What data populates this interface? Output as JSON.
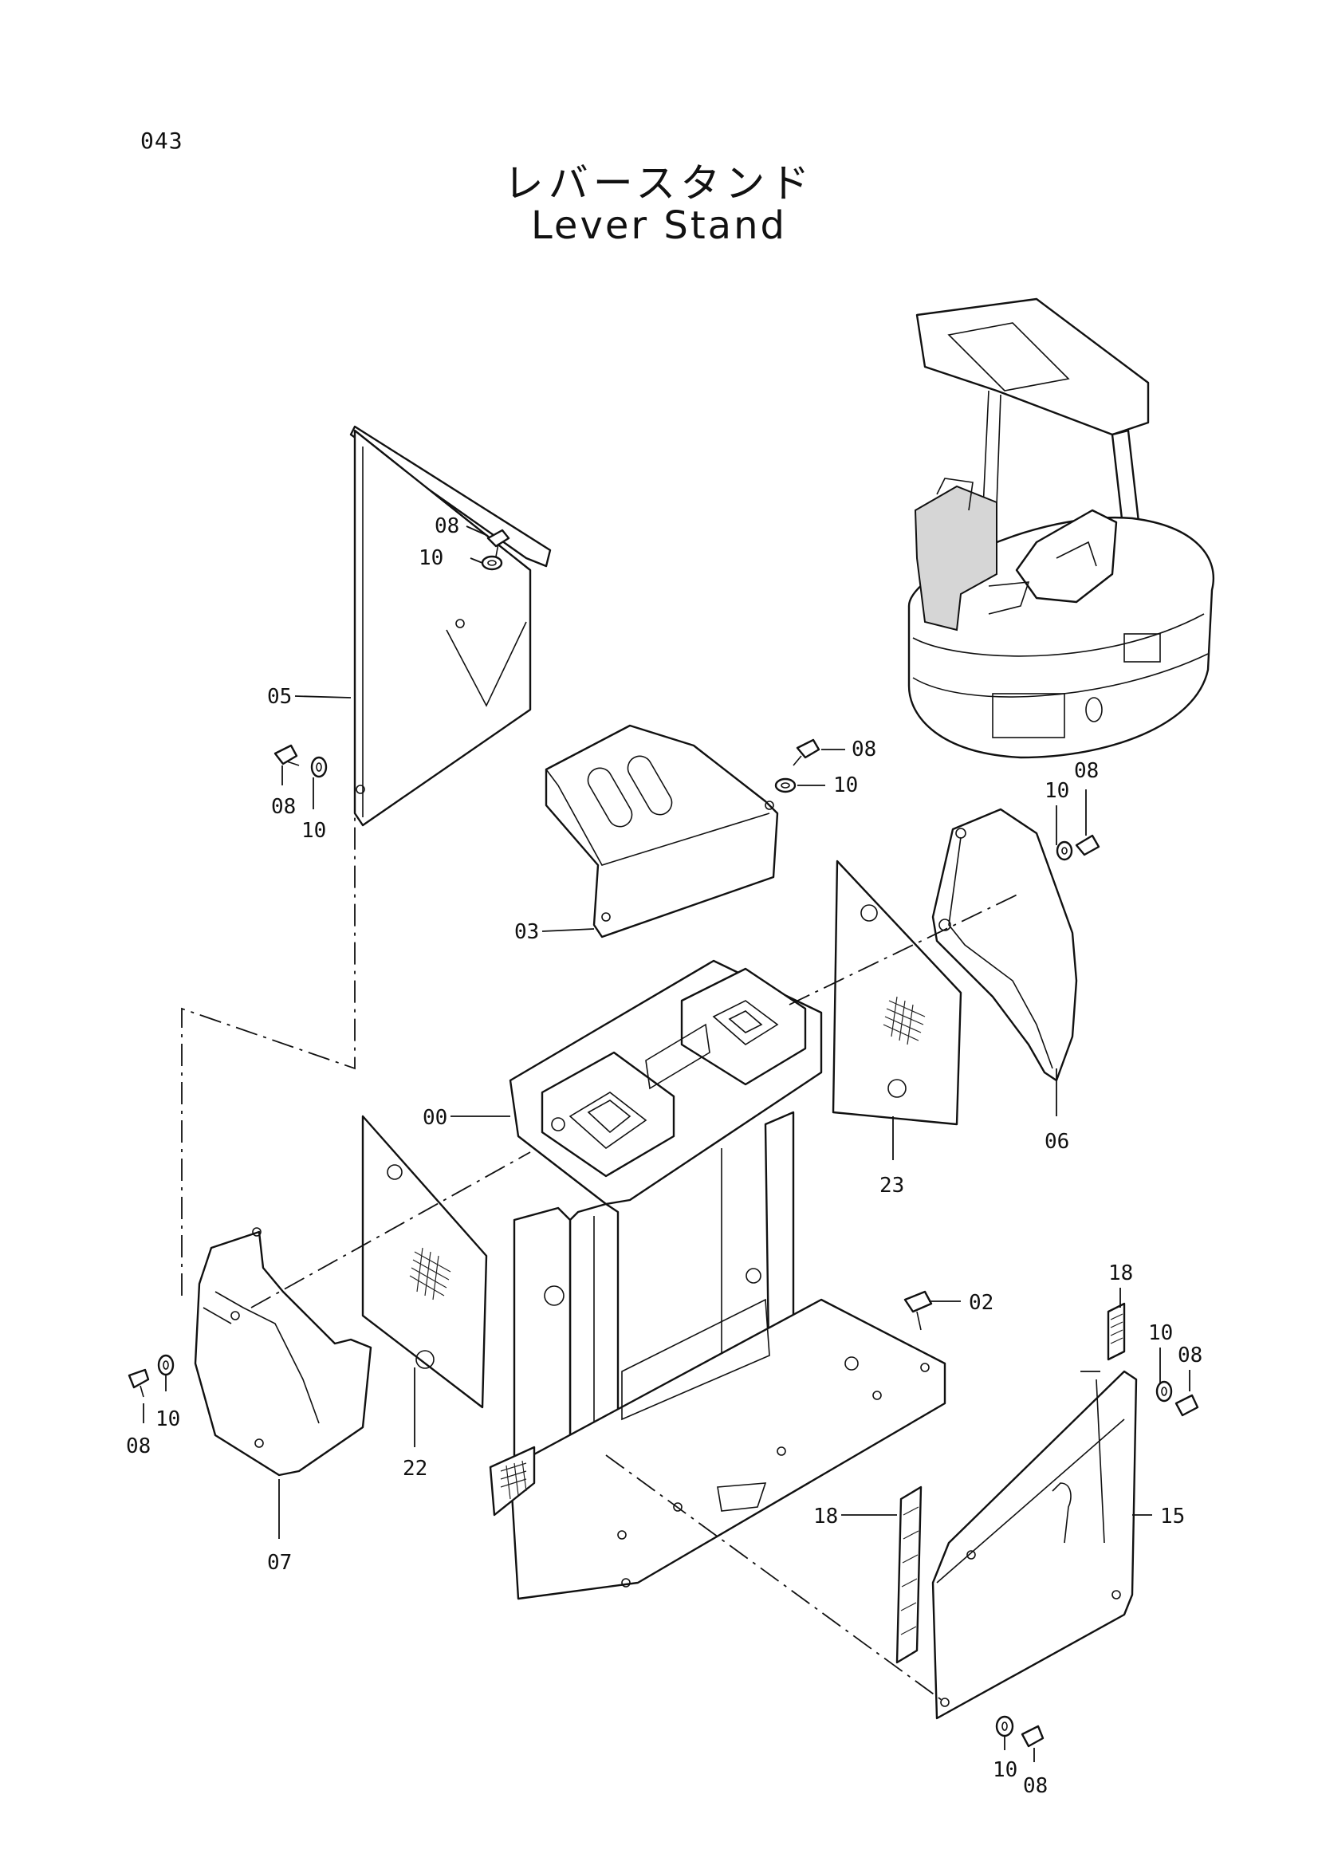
{
  "page_number": "043",
  "title_jp": "レバースタンド",
  "title_en": "Lever Stand",
  "callouts": {
    "top_bolt_08": "08",
    "top_washer_10": "10",
    "label_05": "05",
    "left_bolt_08": "08",
    "left_washer_10": "10",
    "label_03": "03",
    "mid_bolt_08": "08",
    "mid_washer_10": "10",
    "right_washer_10": "10",
    "right_bolt_08": "08",
    "label_06": "06",
    "label_00": "00",
    "label_23": "23",
    "label_02": "02",
    "label_18_top": "18",
    "rb_washer_10": "10",
    "rb_bolt_08": "08",
    "ll_bolt_08": "08",
    "ll_washer_10": "10",
    "label_22": "22",
    "label_07": "07",
    "label_18_mid": "18",
    "label_15": "15",
    "bottom_washer_10": "10",
    "bottom_bolt_08": "08"
  }
}
